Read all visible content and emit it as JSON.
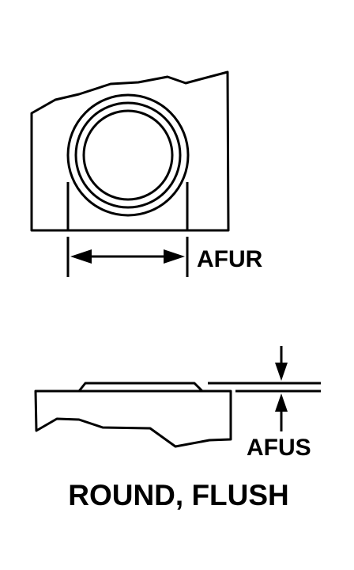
{
  "labels": {
    "top_dimension": "AFUR",
    "side_dimension": "AFUS",
    "caption": "ROUND, FLUSH"
  },
  "colors": {
    "ink": "#000000",
    "background": "#ffffff"
  }
}
